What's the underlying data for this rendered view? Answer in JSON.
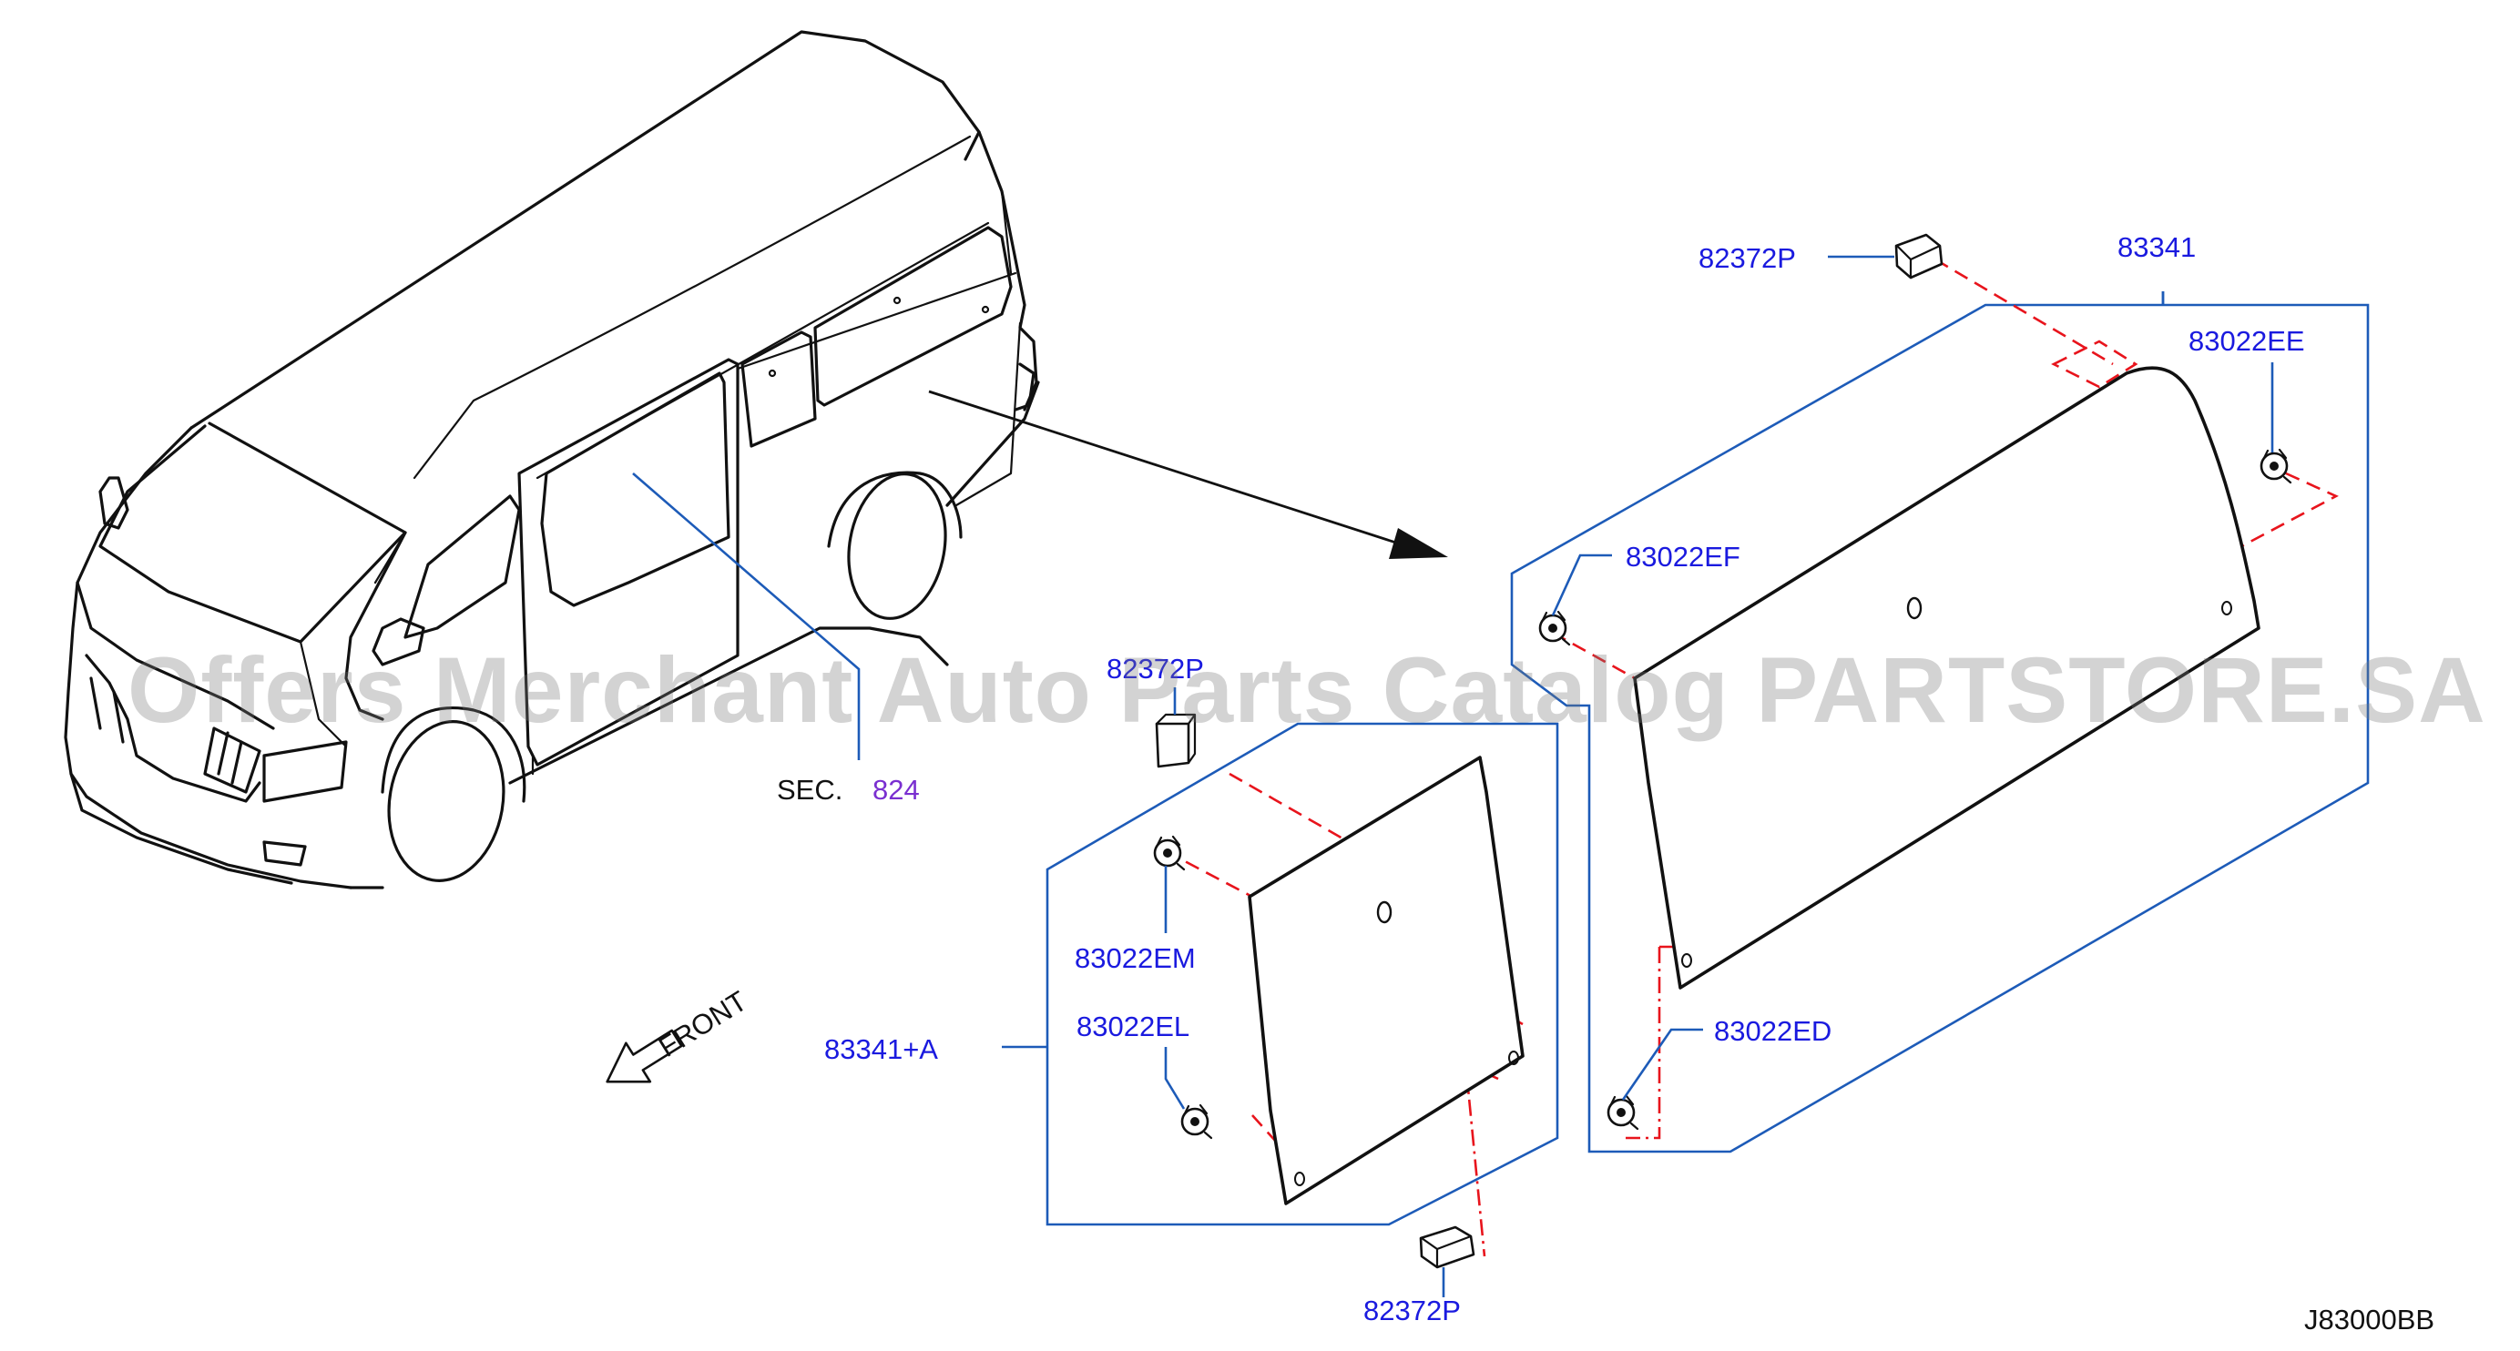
{
  "labels": {
    "p82372p_top": "82372P",
    "p83341": "83341",
    "p83022ee": "83022EE",
    "p83022ef": "83022EF",
    "p82372p_mid": "82372P",
    "sec_prefix": "SEC.",
    "sec_number": "824",
    "p83022em": "83022EM",
    "p83022el": "83022EL",
    "p83341a": "83341+A",
    "p83022ed": "83022ED",
    "p82372p_bottom": "82372P",
    "front": "FRONT",
    "diagram_code": "J83000BB"
  },
  "watermark": "Offers Merchant Auto Parts Catalog PARTSTORE.SA",
  "colors": {
    "label_blue": "#1a1adf",
    "section_purple": "#7a2fd0",
    "frame_blue": "#1d5bb8",
    "dash_red": "#e8141c",
    "line_black": "#111111"
  }
}
